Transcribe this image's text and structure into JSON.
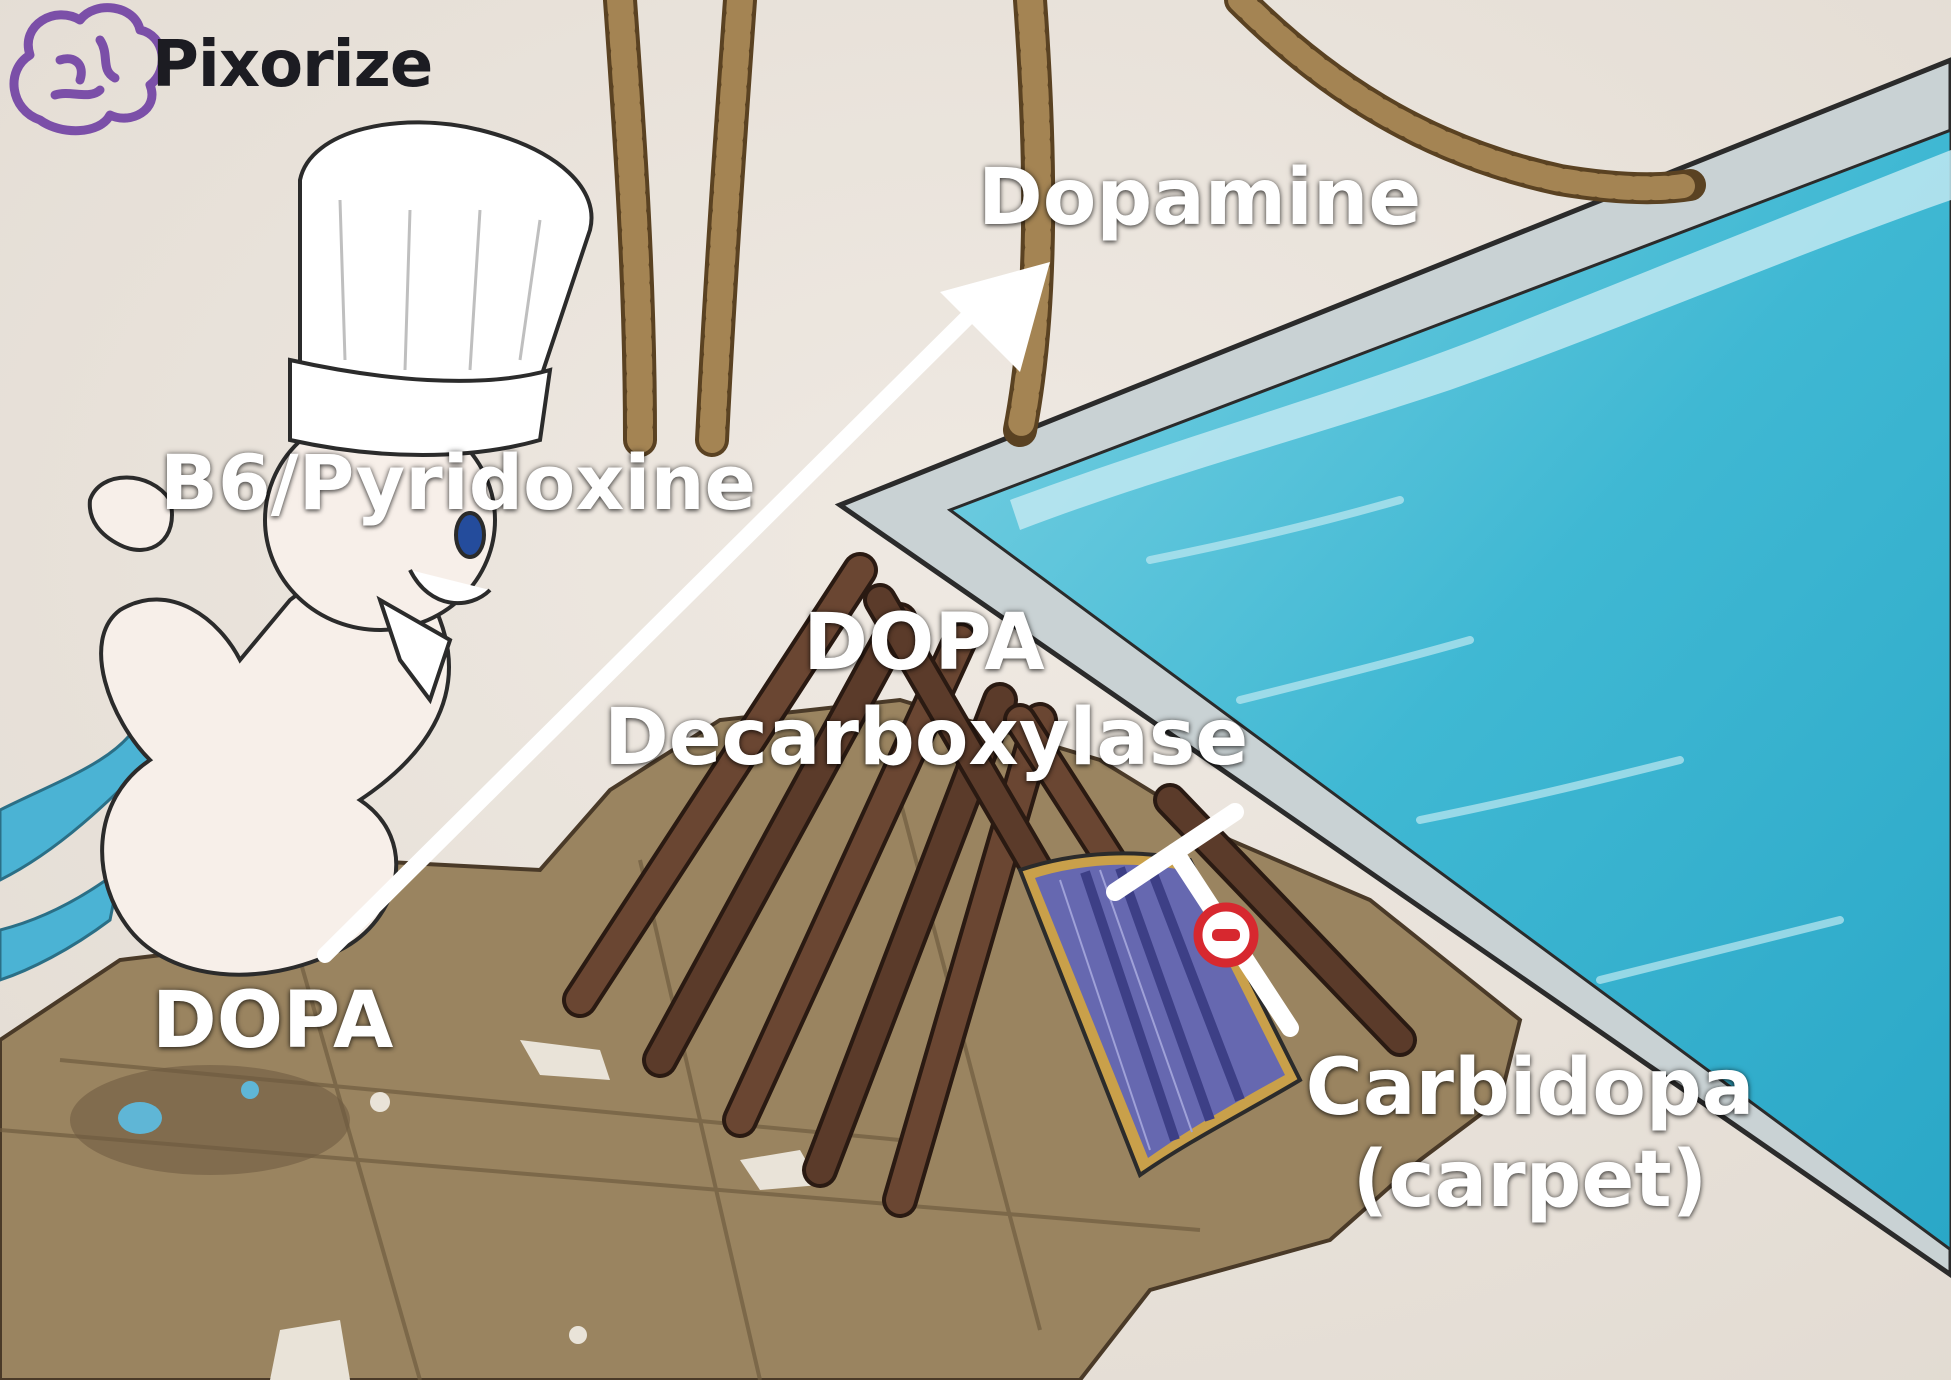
{
  "brand": {
    "name": "Pixorize",
    "logo": "brain-logo-icon"
  },
  "labels": {
    "dopamine": "Dopamine",
    "b6": "B6/Pyridoxine",
    "dopa_decarboxylase_line1": "DOPA",
    "dopa_decarboxylase_line2": "Decarboxylase",
    "dopa": "DOPA",
    "carbidopa_line1": "Carbidopa",
    "carbidopa_line2": "(carpet)"
  },
  "icons": {
    "conversion_arrow": "arrow-up-right-icon",
    "inhibition_marker": "minus-circle-icon",
    "inhibition_bar": "t-bar-inhibit-icon"
  },
  "colors": {
    "arrow": "#ffffff",
    "inhibit_circle": "#d7282f",
    "pool_water": "#3fb8d3",
    "pool_edge": "#c9d2d4",
    "floor": "#9a8460",
    "logs": "#5b3b2a",
    "carpet": "#6668b0",
    "brand_purple": "#7b4fa8"
  }
}
